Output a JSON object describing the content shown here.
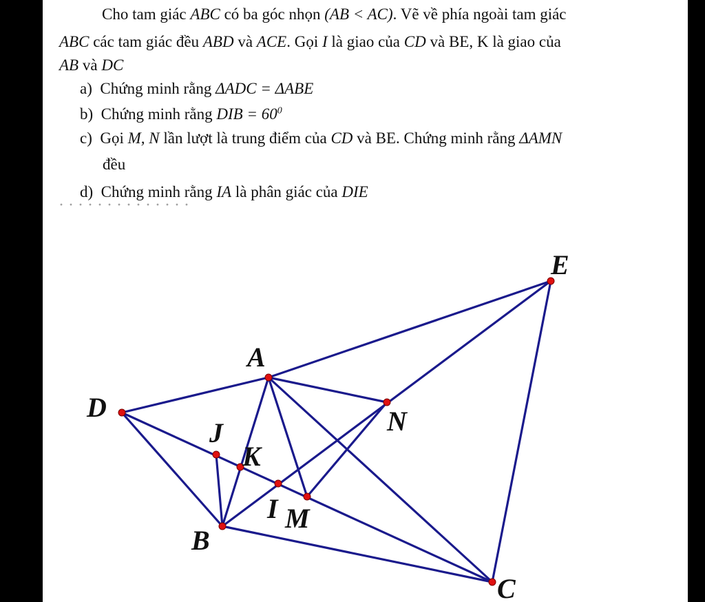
{
  "problem": {
    "intro": {
      "p1_a": "Cho tam giác ",
      "p1_m1": "ABC",
      "p1_b": " có ba góc nhọn ",
      "p1_m2": "(AB < AC)",
      "p1_c": ". Vẽ về phía ngoài tam giác",
      "p2_m1": "ABC",
      "p2_a": " các tam giác đều ",
      "p2_m2": "ABD",
      "p2_b": " và ",
      "p2_m3": "ACE",
      "p2_c": ". Gọi ",
      "p2_m4": "I",
      "p2_d": " là giao của ",
      "p2_m5": "CD",
      "p2_e": " và BE, K là giao của",
      "p3_m1": "AB",
      "p3_a": " và ",
      "p3_m2": "DC"
    },
    "a": {
      "marker": "a)",
      "text": "Chứng minh rằng ",
      "math": "ΔADC = ΔABE"
    },
    "b": {
      "marker": "b)",
      "text": "Chứng minh rằng ",
      "math": "DIB = 60",
      "sup": "0"
    },
    "c": {
      "marker": "c)",
      "t1": "Gọi ",
      "m1": "M, N",
      "t2": " lần lượt là trung điểm của ",
      "m2": "CD",
      "t3": " và BE. Chứng minh rằng ",
      "m3": "ΔAMN",
      "t4": "đều"
    },
    "d": {
      "marker": "d)",
      "text": "Chứng minh rằng ",
      "m1": "IA",
      "t2": " là phân giác của ",
      "m2": "DIE"
    }
  },
  "figure": {
    "line_color": "#1a1a8c",
    "point_color": "#e01010",
    "labels": {
      "A": "A",
      "B": "B",
      "C": "C",
      "D": "D",
      "E": "E",
      "I": "I",
      "J": "J",
      "K": "K",
      "M": "M",
      "N": "N"
    }
  }
}
